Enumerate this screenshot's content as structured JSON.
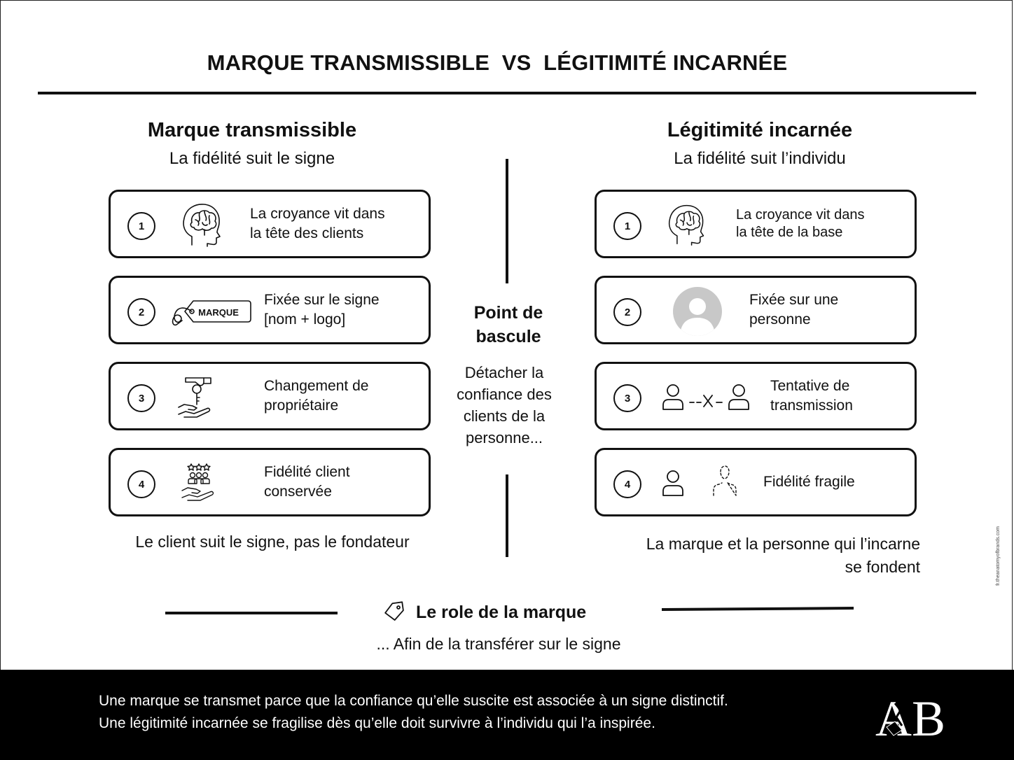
{
  "title": "MARQUE TRANSMISSIBLE  VS  LÉGITIMITÉ INCARNÉE",
  "left": {
    "heading": "Marque transmissible",
    "subtitle": "La fidélité suit le signe",
    "cards": [
      {
        "num": "1",
        "icon": "brain-head-icon",
        "label": "La croyance vit dans\nla tête des clients"
      },
      {
        "num": "2",
        "icon": "brand-tag-icon",
        "tag_text": "MARQUE",
        "label": "Fixée sur le signe\n[nom + logo]"
      },
      {
        "num": "3",
        "icon": "key-handover-icon",
        "label": "Changement de\npropriétaire"
      },
      {
        "num": "4",
        "icon": "rated-customers-hand-icon",
        "label": "Fidélité client\nconservée"
      }
    ],
    "caption": "Le client suit le signe, pas le fondateur"
  },
  "right": {
    "heading": "Légitimité incarnée",
    "subtitle": "La fidélité suit l’individu",
    "cards": [
      {
        "num": "1",
        "icon": "brain-head-icon",
        "label": "La croyance vit dans\nla tête de la base"
      },
      {
        "num": "2",
        "icon": "person-avatar-icon",
        "label": "Fixée sur une\npersonne"
      },
      {
        "num": "3",
        "icon": "blocked-transfer-icon",
        "label": "Tentative de\ntransmission"
      },
      {
        "num": "4",
        "icon": "fading-person-icon",
        "label": "Fidélité fragile"
      }
    ],
    "caption": "La marque et la personne qui l’incarne\nse fondent"
  },
  "center": {
    "title": "Point de\nbascule",
    "text": "Détacher la\nconfiance des\nclients de la\npersonne..."
  },
  "role": {
    "icon": "tag-icon",
    "title": "Le role de la marque",
    "subtitle": "... Afin de la transférer sur le signe"
  },
  "side_credit": "fr.theanatomyofbrands.com",
  "footer": {
    "line1": "Une marque se transmet parce que la confiance qu’elle suscite est associée à un signe distinctif.",
    "line2": "Une légitimité incarnée se fragilise dès qu’elle doit survivre à l’individu qui l’a inspirée.",
    "logo_text": "AB"
  },
  "colors": {
    "ink": "#111111",
    "footer_bg": "#000000",
    "avatar_gray": "#c8c8c8"
  }
}
